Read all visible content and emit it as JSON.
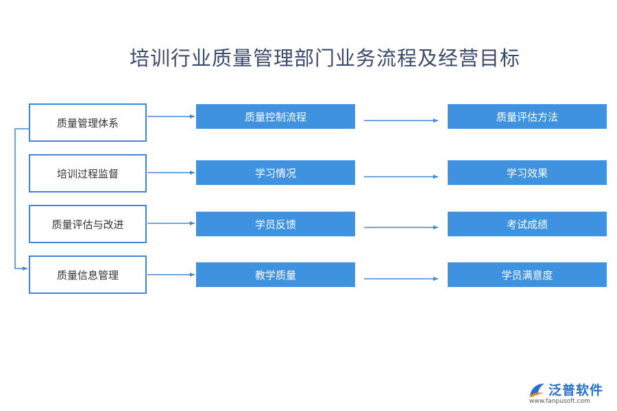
{
  "title": "培训行业质量管理部门业务流程及经营目标",
  "colors": {
    "accent": "#3f92df",
    "border": "#3f87d6",
    "title": "#3b4a6b"
  },
  "rows": [
    {
      "left": "质量管理体系",
      "middle": "质量控制流程",
      "right": "质量评估方法"
    },
    {
      "left": "培训过程监督",
      "middle": "学习情况",
      "right": "学习效果"
    },
    {
      "left": "质量评估与改进",
      "middle": "学员反馈",
      "right": "考试成绩"
    },
    {
      "left": "质量信息管理",
      "middle": "教学质量",
      "right": "学员满意度"
    }
  ],
  "logo": {
    "name": "泛普软件",
    "url": "www.fanpusoft.com"
  }
}
